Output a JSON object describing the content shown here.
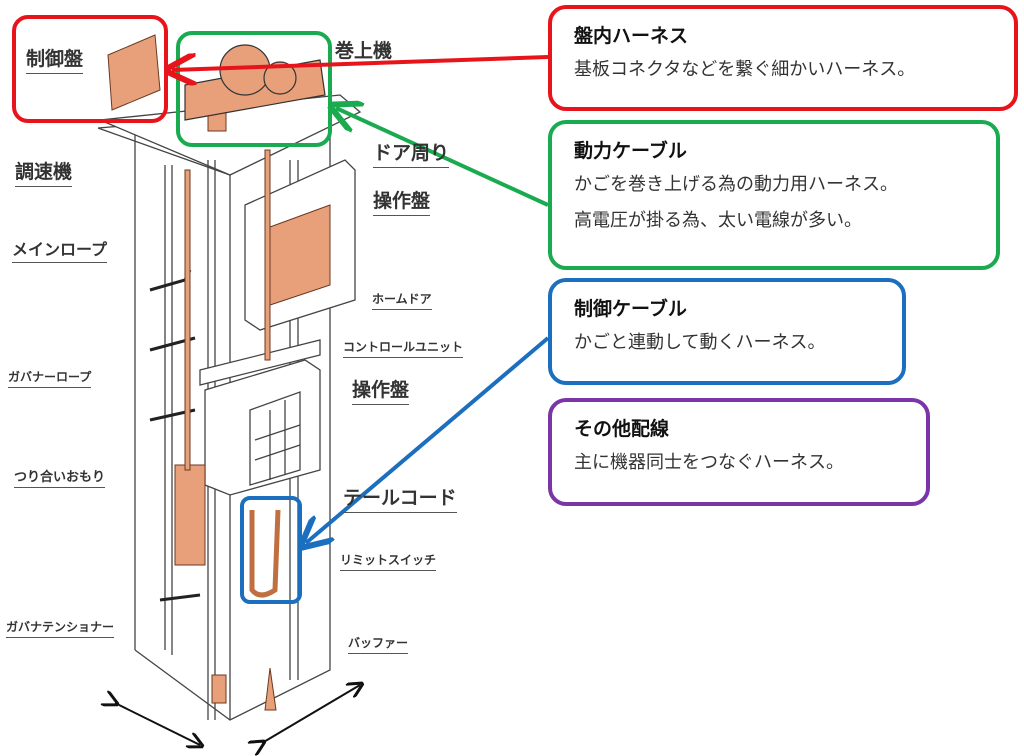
{
  "colors": {
    "red": "#e8141c",
    "green": "#1aaa50",
    "blue": "#1c6fbf",
    "purple": "#7a36a8",
    "copper": "#e8a07a"
  },
  "diagram_labels": {
    "control_panel": "制御盤",
    "hoist": "巻上機",
    "governor": "調速機",
    "door_area": "ドア周り",
    "operation_panel_top": "操作盤",
    "main_rope": "メインロープ",
    "home_door": "ホームドア",
    "control_unit": "コントロールユニット",
    "operation_panel_car": "操作盤",
    "governor_rope": "ガバナーロープ",
    "counterweight": "つり合いおもり",
    "tail_cord": "テールコード",
    "limit_switch": "リミットスイッチ",
    "governor_tensioner": "ガバナテンショナー",
    "buffer": "バッファー"
  },
  "callouts": [
    {
      "title": "盤内ハーネス",
      "lines": [
        "基板コネクタなどを繋ぐ細かいハーネス。"
      ]
    },
    {
      "title": "動力ケーブル",
      "lines": [
        "かごを巻き上げる為の動力用ハーネス。",
        "高電圧が掛る為、太い電線が多い。"
      ]
    },
    {
      "title": "制御ケーブル",
      "lines": [
        "かごと連動して動くハーネス。"
      ]
    },
    {
      "title": "その他配線",
      "lines": [
        "主に機器同士をつなぐハーネス。"
      ]
    }
  ]
}
